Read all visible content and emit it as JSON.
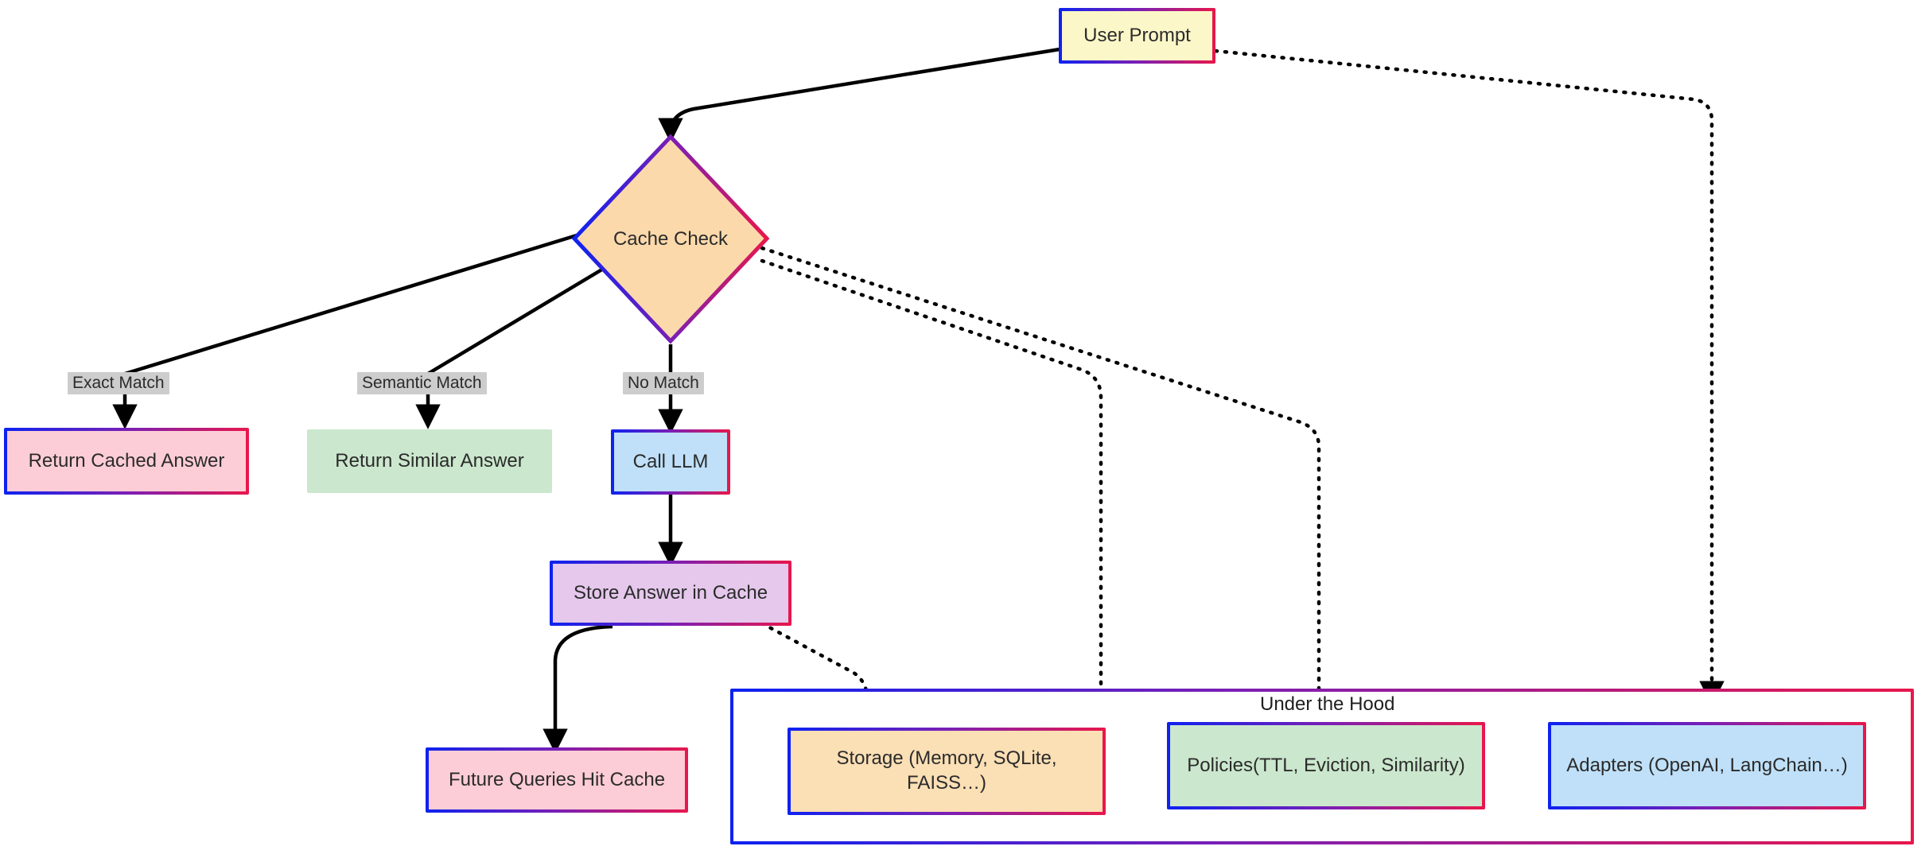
{
  "diagram": {
    "type": "flowchart",
    "title_visible": false,
    "nodes": [
      {
        "id": "user_prompt",
        "label": "User Prompt",
        "shape": "rect",
        "fill": "#fcf7c8",
        "border": "gradient-blue-red"
      },
      {
        "id": "cache_check",
        "label": "Cache Check",
        "shape": "diamond",
        "fill": "#fbd9ab",
        "border": "gradient-blue-red"
      },
      {
        "id": "return_cached",
        "label": "Return Cached Answer",
        "shape": "rect",
        "fill": "#fccdd6",
        "border": "gradient-blue-red"
      },
      {
        "id": "return_similar",
        "label": "Return Similar Answer",
        "shape": "rect",
        "fill": "#cbe7cd",
        "border": "none"
      },
      {
        "id": "call_llm",
        "label": "Call LLM",
        "shape": "rect",
        "fill": "#bfe0f8",
        "border": "gradient-blue-red"
      },
      {
        "id": "store_answer",
        "label": "Store Answer in Cache",
        "shape": "rect",
        "fill": "#e5c8ec",
        "border": "gradient-blue-red"
      },
      {
        "id": "future_hit",
        "label": "Future Queries Hit Cache",
        "shape": "rect",
        "fill": "#fccdd6",
        "border": "gradient-blue-red"
      },
      {
        "id": "storage",
        "label": "Storage (Memory, SQLite, FAISS…)",
        "shape": "rect",
        "fill": "#fbdfb5",
        "border": "gradient-blue-red"
      },
      {
        "id": "policies",
        "label": "Policies(TTL, Eviction, Similarity)",
        "shape": "rect",
        "fill": "#cbe7cd",
        "border": "gradient-blue-red"
      },
      {
        "id": "adapters",
        "label": "Adapters (OpenAI, LangChain…)",
        "shape": "rect",
        "fill": "#bfe0f8",
        "border": "gradient-blue-red"
      }
    ],
    "subgraph": {
      "id": "under_the_hood",
      "label": "Under the Hood",
      "members": [
        "storage",
        "policies",
        "adapters"
      ]
    },
    "edges": [
      {
        "from": "user_prompt",
        "to": "cache_check",
        "label": "",
        "style": "solid"
      },
      {
        "from": "cache_check",
        "to": "return_cached",
        "label": "Exact Match",
        "style": "solid"
      },
      {
        "from": "cache_check",
        "to": "return_similar",
        "label": "Semantic Match",
        "style": "solid"
      },
      {
        "from": "cache_check",
        "to": "call_llm",
        "label": "No Match",
        "style": "solid"
      },
      {
        "from": "call_llm",
        "to": "store_answer",
        "label": "",
        "style": "solid"
      },
      {
        "from": "store_answer",
        "to": "future_hit",
        "label": "",
        "style": "solid"
      },
      {
        "from": "store_answer",
        "to": "storage",
        "label": "",
        "style": "dotted"
      },
      {
        "from": "cache_check",
        "to": "storage",
        "label": "",
        "style": "dotted"
      },
      {
        "from": "cache_check",
        "to": "policies",
        "label": "",
        "style": "dotted"
      },
      {
        "from": "user_prompt",
        "to": "adapters",
        "label": "",
        "style": "dotted"
      }
    ],
    "edge_labels": [
      {
        "id": "exact_match",
        "text": "Exact Match"
      },
      {
        "id": "semantic_match",
        "text": "Semantic Match"
      },
      {
        "id": "no_match",
        "text": "No Match"
      }
    ],
    "colors": {
      "border_gradient_start": "#0d22f0",
      "border_gradient_mid": "#7a1fb5",
      "border_gradient_end": "#e8174c",
      "edge_stroke": "#000000",
      "edge_label_bg": "#cdcdcd",
      "text": "#2b2b2b",
      "canvas": "#ffffff"
    }
  }
}
